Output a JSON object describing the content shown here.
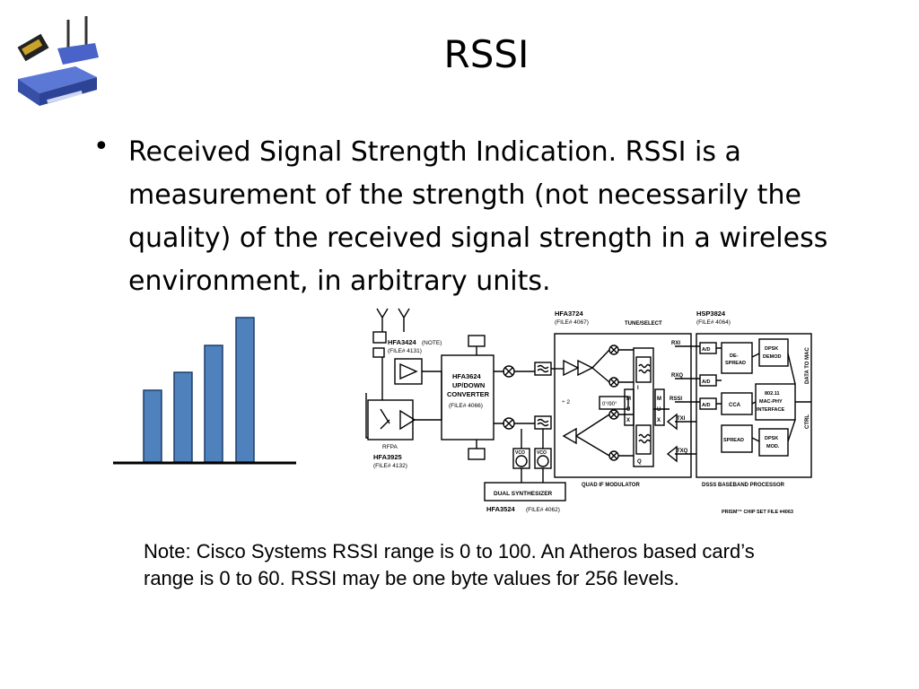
{
  "slide": {
    "title": "RSSI",
    "bullet": "Received Signal Strength Indication. RSSI is a measurement of the strength (not necessarily the quality) of the received signal strength in a wireless environment, in arbitrary units.",
    "note": "Note:  Cisco Systems RSSI range is 0 to 100. An Atheros based card’s range is 0 to 60.  RSSI may be one byte values for 256 levels."
  },
  "signal_bars": {
    "levels": [
      0.5,
      0.62,
      0.78,
      1.0
    ],
    "color": "#4f81bd"
  },
  "circuit": {
    "hfa3424": "HFA3424",
    "hfa3424_note": "(NOTE)",
    "hfa3424_file": "(FILE# 4131)",
    "rfpa": "RFPA",
    "hfa3925": "HFA3925",
    "hfa3925_file": "(FILE# 4132)",
    "conv1": "HFA3624",
    "conv2": "UP/DOWN",
    "conv3": "CONVERTER",
    "conv_file": "(FILE# 4066)",
    "vco": "VCO",
    "dual_synth": "DUAL SYNTHESIZER",
    "hfa3524": "HFA3524",
    "hfa3524_file": "(FILE# 4062)",
    "hfa3724": "HFA3724",
    "hfa3724_file": "(FILE# 4067)",
    "tune": "TUNE/SELECT",
    "div2": "÷ 2",
    "phase": "0°/90°",
    "quad_if": "QUAD IF MODULATOR",
    "i_label": "I",
    "q_label": "Q",
    "m": "M",
    "u": "U",
    "x": "X",
    "rxi": "RXI",
    "rxq": "RXQ",
    "rssi": "RSSI",
    "txi": "TXI",
    "txq": "TXQ",
    "hsp3824": "HSP3824",
    "hsp3824_file": "(FILE# 4064)",
    "ad": "A/D",
    "despread1": "DE-",
    "despread2": "SPREAD",
    "cca": "CCA",
    "spread": "SPREAD",
    "dpsk_demod1": "DPSK",
    "dpsk_demod2": "DEMOD",
    "mac1": "802.11",
    "mac2": "MAC-PHY",
    "mac3": "INTERFACE",
    "dpsk_mod1": "DPSK",
    "dpsk_mod2": "MOD.",
    "dsss": "DSSS BASEBAND PROCESSOR",
    "data_to_mac": "DATA TO MAC",
    "ctrl": "CTRL",
    "prism": "PRISM™ CHIP SET FILE #4063"
  }
}
